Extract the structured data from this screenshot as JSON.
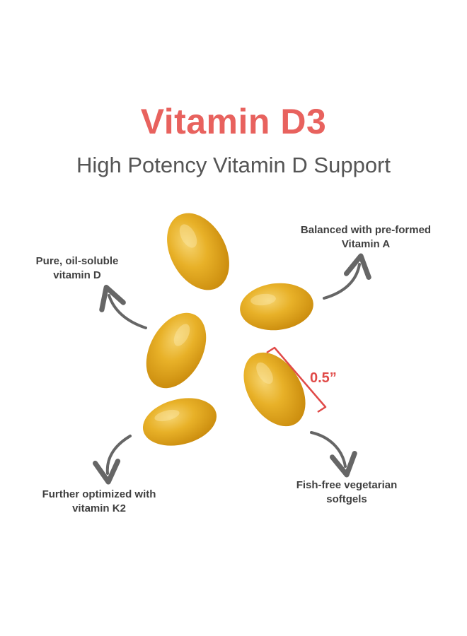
{
  "header": {
    "title": "Vitamin D3",
    "subtitle": "High Potency Vitamin D Support"
  },
  "callouts": {
    "pure": "Pure, oil-soluble vitamin D",
    "balanced": "Balanced with pre-formed Vitamin A",
    "further": "Further optimized with vitamin K2",
    "fish_free": "Fish-free vegetarian softgels"
  },
  "size_indicator": "0.5”",
  "colors": {
    "title": "#e8625e",
    "subtitle": "#555555",
    "callout_text": "#404040",
    "arrow": "#666666",
    "measure_bracket": "#e04a48",
    "softgel": "#e0a41a"
  }
}
